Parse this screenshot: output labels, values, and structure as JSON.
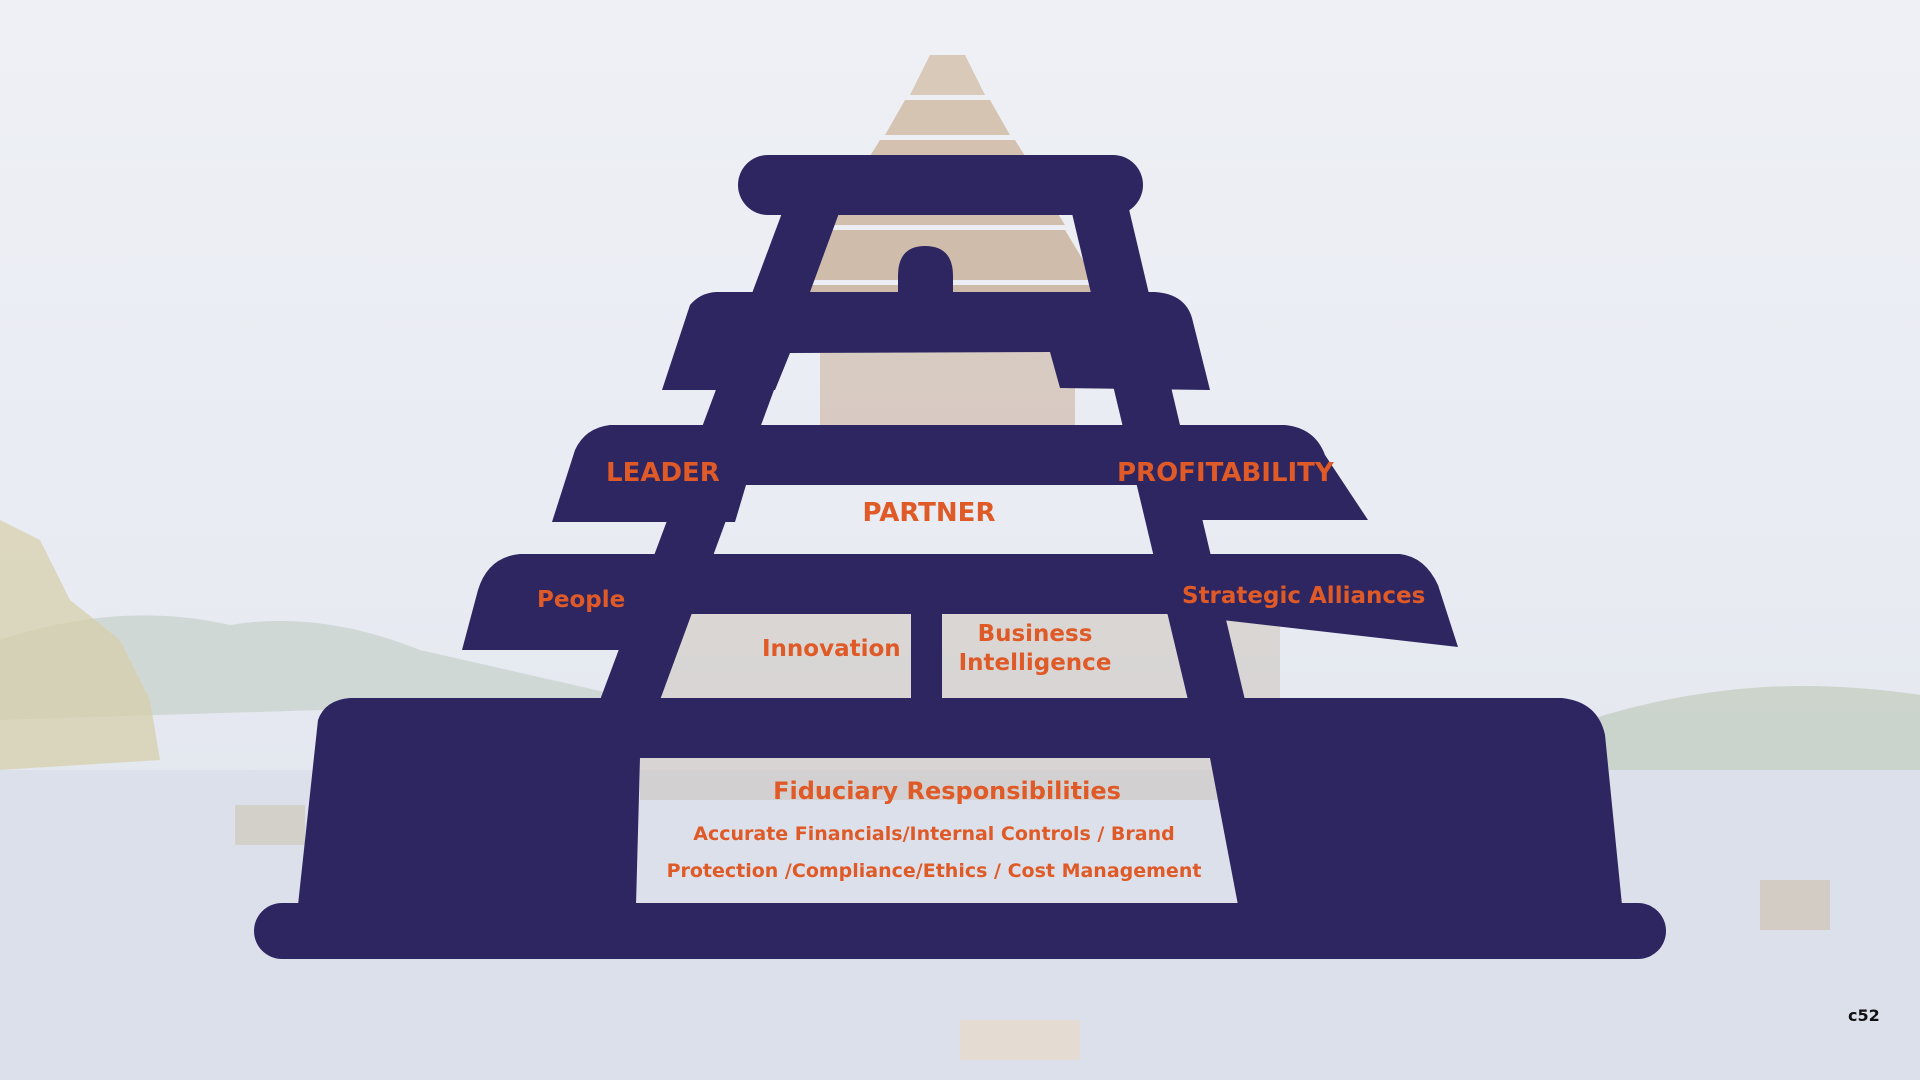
{
  "colors": {
    "structure": "#2E2660",
    "label": "#DF5A26",
    "background_sky": "#E9ECF3",
    "background_water": "#DCE0EA"
  },
  "labels": {
    "leader": "LEADER",
    "partner": "PARTNER",
    "profitability": "PROFITABILITY",
    "people": "People",
    "strategic_alliances": "Strategic Alliances",
    "innovation": "Innovation",
    "business_intelligence_line1": "Business",
    "business_intelligence_line2": "Intelligence",
    "fiduciary_title": "Fiduciary Responsibilities",
    "fiduciary_line1": "Accurate Financials/Internal Controls / Brand",
    "fiduciary_line2": "Protection /Compliance/Ethics / Cost Management"
  },
  "slide_number": "c52"
}
